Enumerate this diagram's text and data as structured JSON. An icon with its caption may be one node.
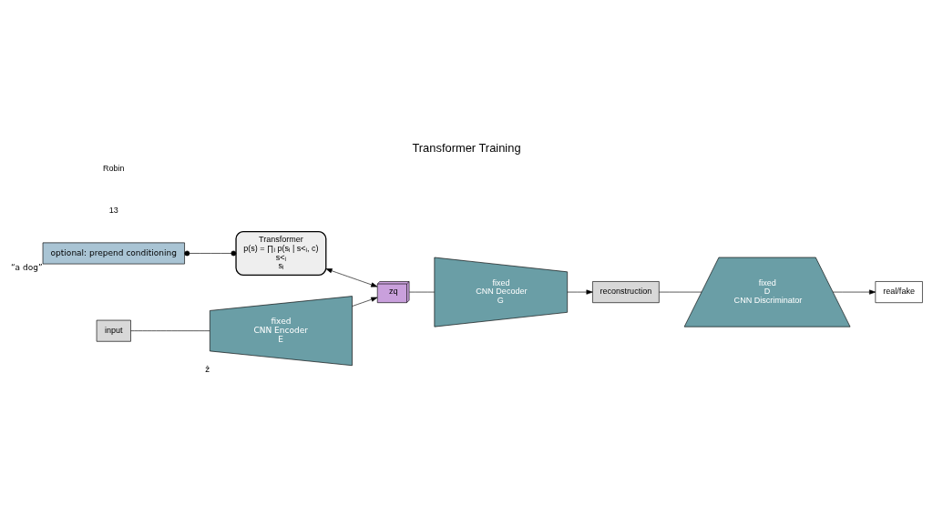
{
  "diagram": {
    "title": "Transformer Training",
    "nodes": [
      {
        "text": [
          "optional: prepend conditioning"
        ],
        "beside": [
          "“a dog”"
        ]
      },
      {
        "text": [
          "Transformer",
          "p(s) = ∏ᵢ p(sᵢ | s<ᵢ, c)",
          "s<ᵢ",
          "sᵢ"
        ]
      },
      {
        "text": [
          "input"
        ]
      },
      {
        "text": [
          "fixed",
          "CNN Encoder",
          "E"
        ],
        "beside": [
          "ẑ"
        ]
      },
      {
        "text": [
          "zq"
        ]
      },
      {
        "text": [
          "fixed",
          "CNN Decoder",
          "G"
        ]
      },
      {
        "text": [
          "reconstruction"
        ]
      },
      {
        "text": [
          "fixed",
          "D",
          "CNN Discriminator"
        ]
      },
      {
        "text": [
          "real/fake"
        ]
      }
    ],
    "edges": [
      {
        "from": 0,
        "to": 1,
        "arrow": "other"
      },
      {
        "from": 1,
        "to": 4,
        "arrow": "both"
      },
      {
        "from": 2,
        "to": 3,
        "arrow": "none"
      },
      {
        "from": 3,
        "to": 4,
        "arrow": "to"
      },
      {
        "from": 4,
        "to": 5,
        "arrow": "none"
      },
      {
        "from": 5,
        "to": 6,
        "arrow": "to"
      },
      {
        "from": 6,
        "to": 7,
        "arrow": "none"
      },
      {
        "from": 7,
        "to": 8,
        "arrow": "to"
      }
    ],
    "labels": [
      "13",
      "Robin"
    ]
  }
}
